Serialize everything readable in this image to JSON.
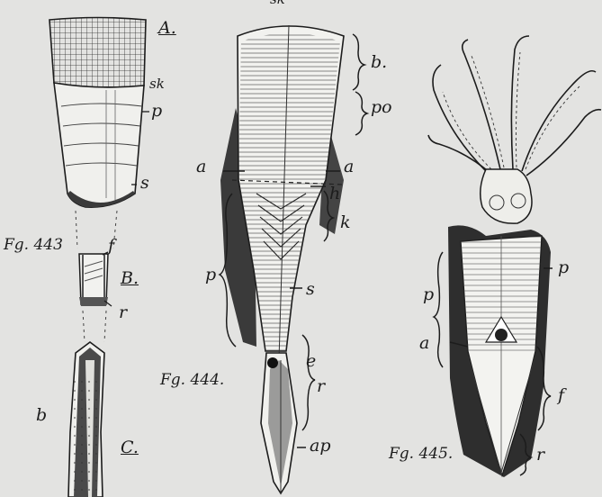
{
  "figures": {
    "fig443": {
      "caption": "Fg. 443",
      "parts": {
        "A": {
          "label": "A.",
          "markers": {
            "sk": "sk",
            "p": "p",
            "s": "s"
          }
        },
        "B": {
          "label": "B.",
          "markers": {
            "f": "f",
            "r": "r"
          }
        },
        "C": {
          "label": "C.",
          "markers": {
            "b": "b"
          }
        }
      }
    },
    "fig444": {
      "caption": "Fg. 444.",
      "top_fragment": "sk",
      "markers": {
        "b": "b.",
        "po": "po",
        "a_left": "a",
        "a_right": "a",
        "h": "h",
        "k": "k",
        "p": "p",
        "s": "s",
        "e": "e",
        "r": "r",
        "ap": "ap"
      }
    },
    "fig445": {
      "caption": "Fg. 445.",
      "markers": {
        "p_left": "p",
        "p_right": "p",
        "a": "a",
        "f": "f",
        "r": "r"
      }
    }
  },
  "colors": {
    "paper": "#e3e3e1",
    "ink": "#1c1c1c",
    "shell": "#f1f1ee",
    "mantle_dark": "#2e2e2e"
  }
}
